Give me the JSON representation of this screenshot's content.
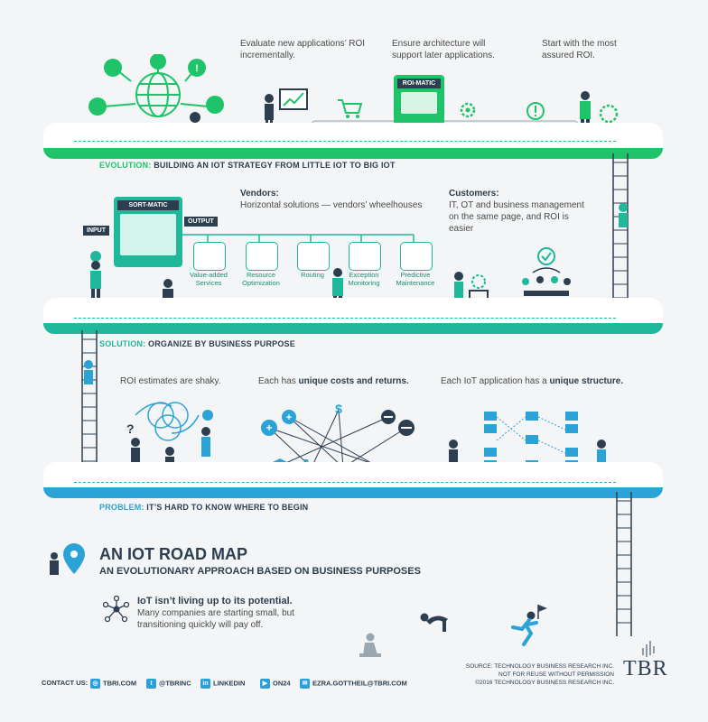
{
  "colors": {
    "evolution": "#1fc36a",
    "solution": "#1fb89a",
    "problem": "#2ba3d6",
    "navy": "#2c3e50"
  },
  "evolution": {
    "caption1": "Evaluate new applications’ ROI incrementally.",
    "caption2": "Ensure architecture will support later applications.",
    "caption3": "Start with the most assured ROI.",
    "machine": "ROI-MATIC",
    "banner_hl": "EVOLUTION:",
    "banner_rest": " BUILDING AN IOT STRATEGY FROM LITTLE IOT TO BIG IOT"
  },
  "solution": {
    "machine": "SORT-MATIC",
    "input": "INPUT",
    "output": "OUTPUT",
    "vendors_title": "Vendors:",
    "vendors_text": "Horizontal solutions — vendors’ wheelhouses",
    "customers_title": "Customers:",
    "customers_text": "IT, OT and business management on the same page, and ROI is easier",
    "outputs": [
      {
        "label": "Value-added Services",
        "icon": "money-icon"
      },
      {
        "label": "Resource Optimization",
        "icon": "server-icon"
      },
      {
        "label": "Routing",
        "icon": "routing-icon"
      },
      {
        "label": "Exception Monitoring",
        "icon": "alert-icon"
      },
      {
        "label": "Predictive Maintenance",
        "icon": "gear-icon"
      }
    ],
    "banner_hl": "SOLUTION:",
    "banner_rest": " ORGANIZE BY BUSINESS PURPOSE"
  },
  "problem": {
    "caption1": "ROI estimates are shaky.",
    "caption2_pre": "Each has ",
    "caption2_bold": "unique costs and returns.",
    "caption3_pre": "Each IoT application has a ",
    "caption3_bold": "unique structure.",
    "banner_hl": "PROBLEM:",
    "banner_rest": " IT’S HARD TO KNOW WHERE TO BEGIN"
  },
  "title": {
    "main": "AN IOT ROAD MAP",
    "sub": "AN EVOLUTIONARY APPROACH BASED ON BUSINESS PURPOSES",
    "intro_bold": "IoT isn’t living up to its potential.",
    "intro_text": "Many companies are starting small, but transitioning quickly will pay off."
  },
  "footer": {
    "contact_label": "CONTACT US:",
    "contacts": [
      {
        "icon": "globe-icon",
        "text": "TBRI.COM"
      },
      {
        "icon": "twitter-icon",
        "text": "@TBRINC"
      },
      {
        "icon": "linkedin-icon",
        "text": "LINKEDIN"
      },
      {
        "icon": "on24-icon",
        "text": "ON24"
      },
      {
        "icon": "email-icon",
        "text": "EZRA.GOTTHEIL@TBRI.COM"
      }
    ],
    "source1": "SOURCE: TECHNOLOGY BUSINESS RESEARCH INC.",
    "source2": "NOT FOR REUSE WITHOUT PERMISSION",
    "source3": "©2016 TECHNOLOGY BUSINESS RESEARCH INC.",
    "logo": "TBR"
  }
}
